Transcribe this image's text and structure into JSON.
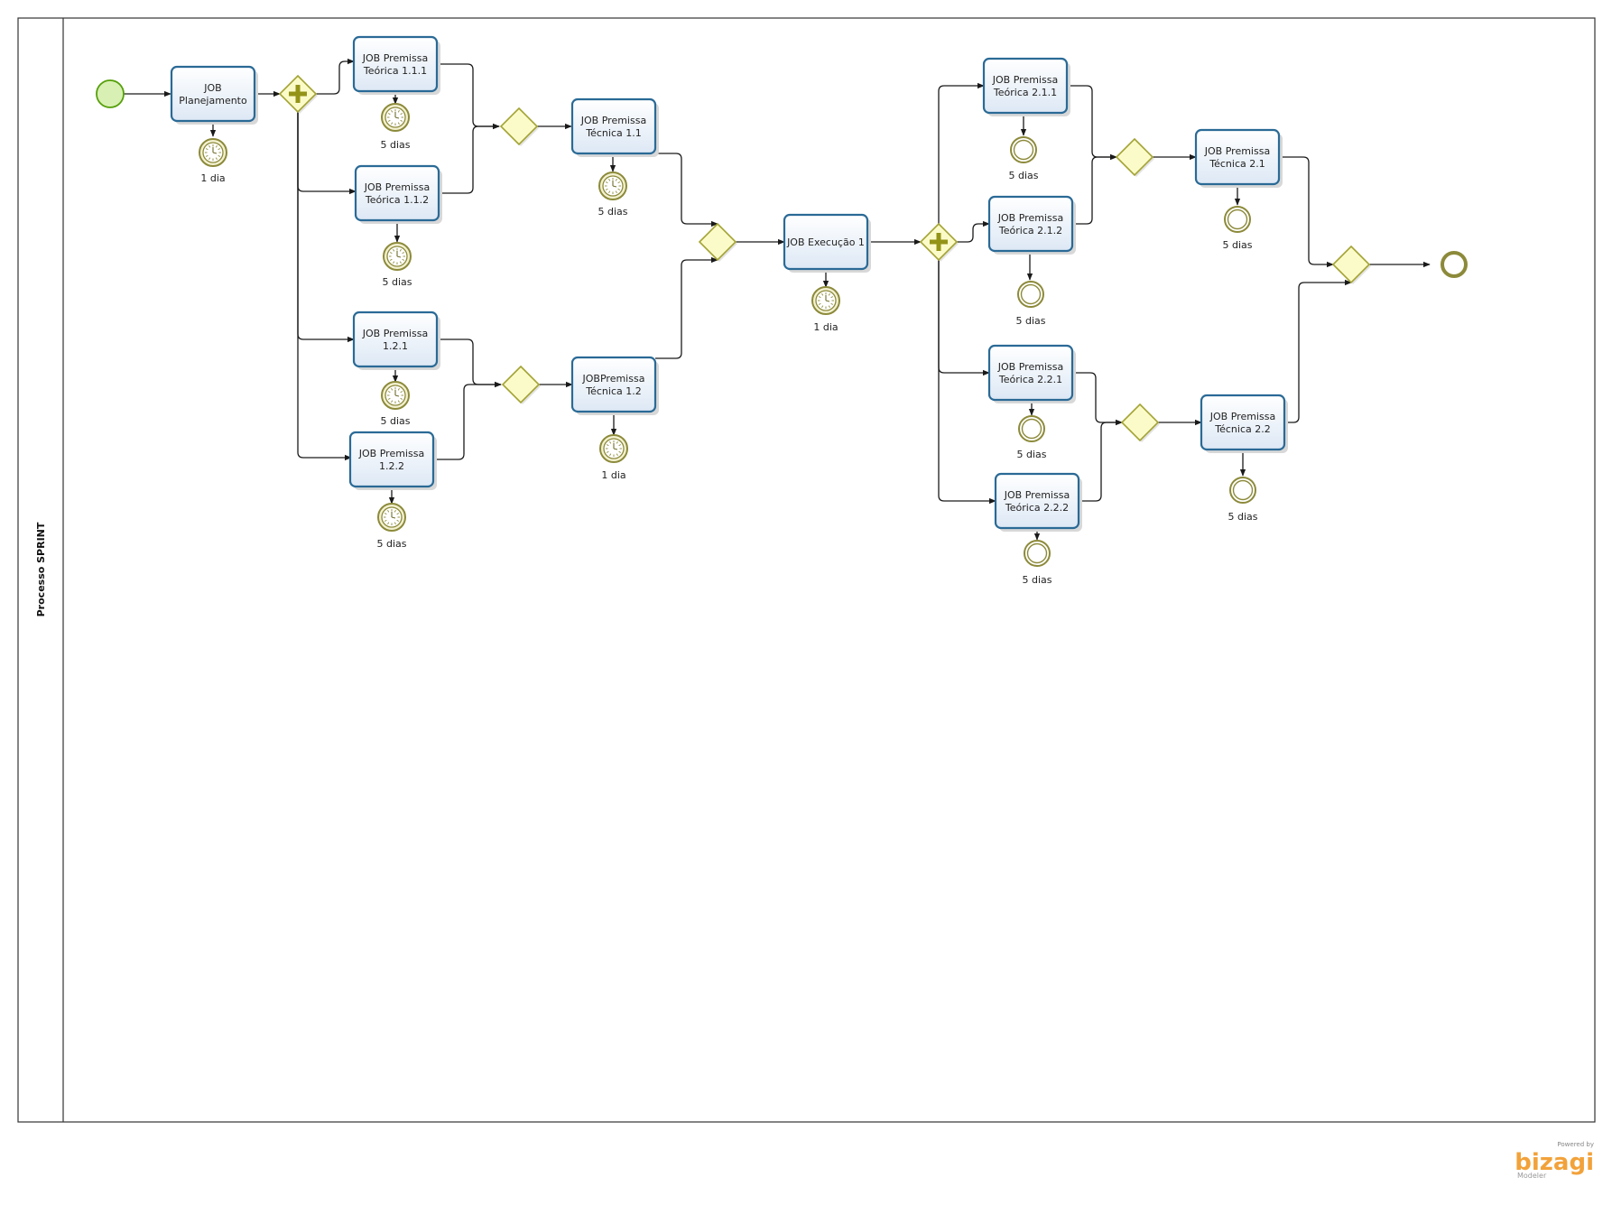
{
  "pool": {
    "label": "Processo SPRINT"
  },
  "tasks": {
    "planejamento": [
      "JOB",
      "Planejamento"
    ],
    "pt111": [
      "JOB Premissa",
      "Teórica 1.1.1"
    ],
    "pt112": [
      "JOB Premissa",
      "Teórica 1.1.2"
    ],
    "p121": [
      "JOB Premissa",
      "1.2.1"
    ],
    "p122": [
      "JOB Premissa",
      "1.2.2"
    ],
    "tec11": [
      "JOB Premissa",
      "Técnica 1.1"
    ],
    "tec12": [
      "JOBPremissa",
      "Técnica 1.2"
    ],
    "exec1": [
      "JOB Execução 1"
    ],
    "pt211": [
      "JOB Premissa",
      "Teórica  2.1.1"
    ],
    "pt212": [
      "JOB Premissa",
      "Teórica 2.1.2"
    ],
    "pt221": [
      "JOB Premissa",
      "Teórica 2.2.1"
    ],
    "pt222": [
      "JOB Premissa",
      "Teórica 2.2.2"
    ],
    "tec21": [
      "JOB Premissa",
      "Técnica 2.1"
    ],
    "tec22": [
      "JOB Premissa",
      "Técnica 2.2"
    ]
  },
  "durations": {
    "planejamento": "1 dia",
    "pt111": "5 dias",
    "pt112": "5 dias",
    "p121": "5 dias",
    "p122": "5 dias",
    "tec11": "5 dias",
    "tec12": "1 dia",
    "exec1": "1 dia",
    "pt211": "5 dias",
    "pt212": "5 dias",
    "pt221": "5 dias",
    "pt222": "5 dias",
    "tec21": "5 dias",
    "tec22": "5 dias"
  },
  "event_types": {
    "planejamento": "timer",
    "pt111": "timer",
    "pt112": "timer",
    "p121": "timer",
    "p122": "timer",
    "tec11": "timer",
    "tec12": "timer",
    "exec1": "timer",
    "pt211": "intermediate",
    "pt212": "intermediate",
    "pt221": "intermediate",
    "pt222": "intermediate",
    "tec21": "intermediate",
    "tec22": "intermediate"
  },
  "branding": {
    "powered": "Powered by",
    "name": "bizagi",
    "product": "Modeler"
  },
  "colors": {
    "task_border": "#2a6a96",
    "gateway_fill": "#fbfbc9",
    "start_event": "#55a00a",
    "event_stroke": "#8c8a3a"
  }
}
